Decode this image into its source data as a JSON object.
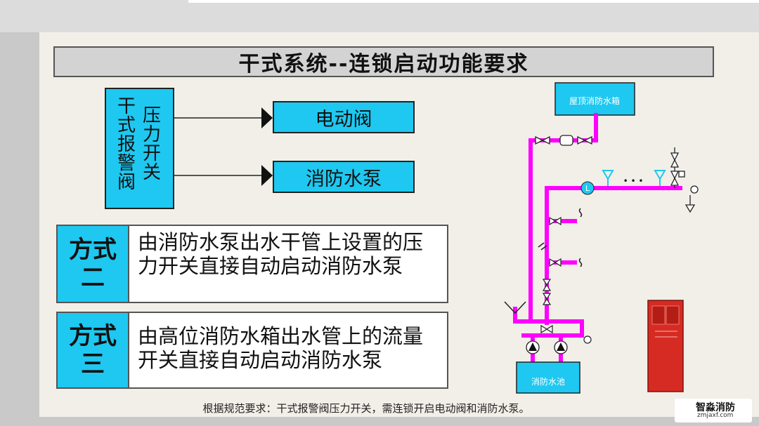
{
  "title": "干式系统--连锁启动功能要求",
  "left_box": {
    "col1": "干式报警阀",
    "col2": "压力开关"
  },
  "targets": [
    "电动阀",
    "消防水泵"
  ],
  "methods": [
    {
      "label_line1": "方式",
      "label_line2": "二",
      "text": "由消防水泵出水干管上设置的压力开关直接自动启动消防水泵"
    },
    {
      "label_line1": "方式",
      "label_line2": "三",
      "text": "由高位消防水箱出水管上的流量开关直接自动启动消防水泵"
    }
  ],
  "diagram": {
    "roof_tank_label": "屋顶消防水箱",
    "pool_label": "消防水池",
    "ellipsis": "• • •",
    "flow_switch_symbol": "L"
  },
  "footer": "根据规范要求：干式报警阀压力开关，需连锁开启电动阀和消防水泵。",
  "watermark": {
    "name": "智淼消防",
    "url": "zmjaxf.com"
  },
  "colors": {
    "cyan": "#1ec8f0",
    "pipe": "#ff00ff",
    "cabinet": "#d62b22"
  }
}
